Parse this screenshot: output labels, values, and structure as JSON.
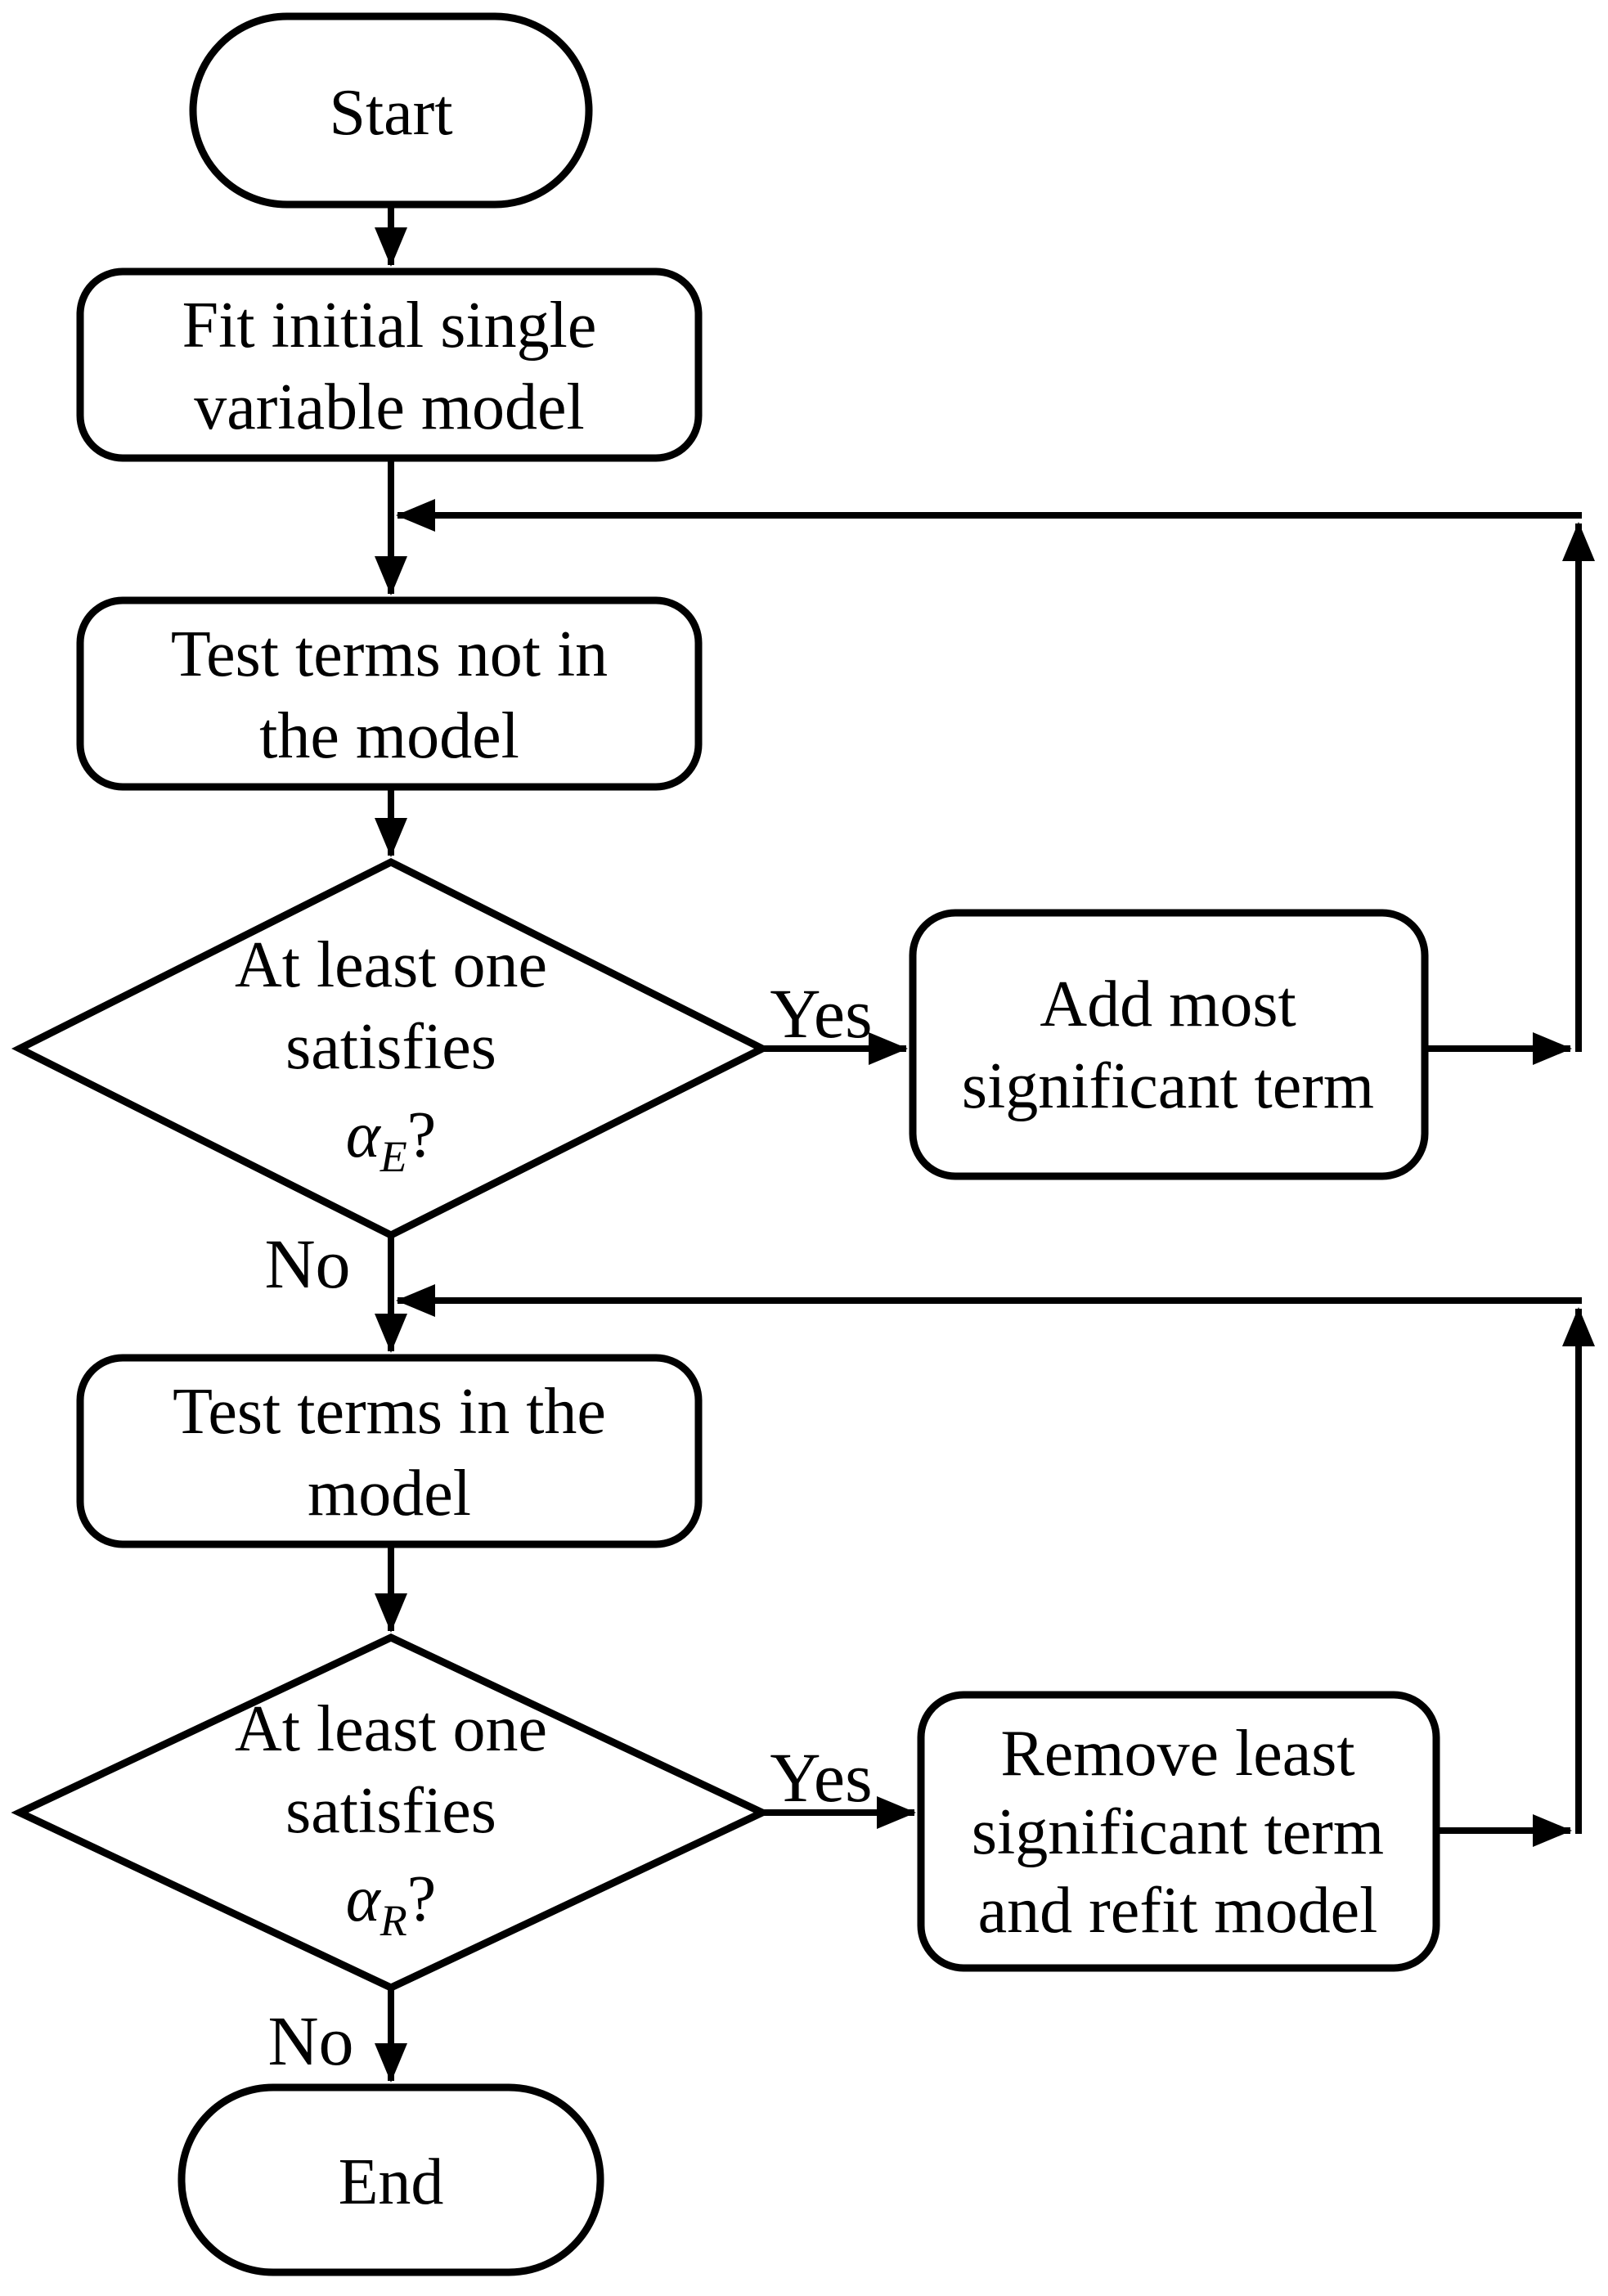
{
  "diagram": {
    "title_hint": "Stepwise model selection flowchart",
    "colors": {
      "stroke": "#000000",
      "node_fill": "#ffffff",
      "background": "#ffffff"
    },
    "icons": {
      "arrowhead": "filled-triangle"
    },
    "nodes": {
      "start": {
        "type": "terminator",
        "label": "Start"
      },
      "fit_initial": {
        "type": "process",
        "line1": "Fit initial single",
        "line2": "variable model"
      },
      "test_not_in": {
        "type": "process",
        "line1": "Test terms not in",
        "line2": "the model"
      },
      "decision_entry": {
        "type": "decision",
        "line1": "At least one",
        "line2": "satisfies",
        "alpha": "α",
        "subscript": "E",
        "question": "?"
      },
      "add_term": {
        "type": "process",
        "line1": "Add most",
        "line2": "significant term"
      },
      "test_in": {
        "type": "process",
        "line1": "Test terms in the",
        "line2": "model"
      },
      "decision_removal": {
        "type": "decision",
        "line1": "At least one",
        "line2": "satisfies",
        "alpha": "α",
        "subscript": "R",
        "question": "?"
      },
      "remove_term": {
        "type": "process",
        "line1": "Remove least",
        "line2": "significant term",
        "line3": "and refit model"
      },
      "end": {
        "type": "terminator",
        "label": "End"
      }
    },
    "edge_labels": {
      "yes_entry": "Yes",
      "no_entry": "No",
      "yes_removal": "Yes",
      "no_removal": "No"
    }
  }
}
